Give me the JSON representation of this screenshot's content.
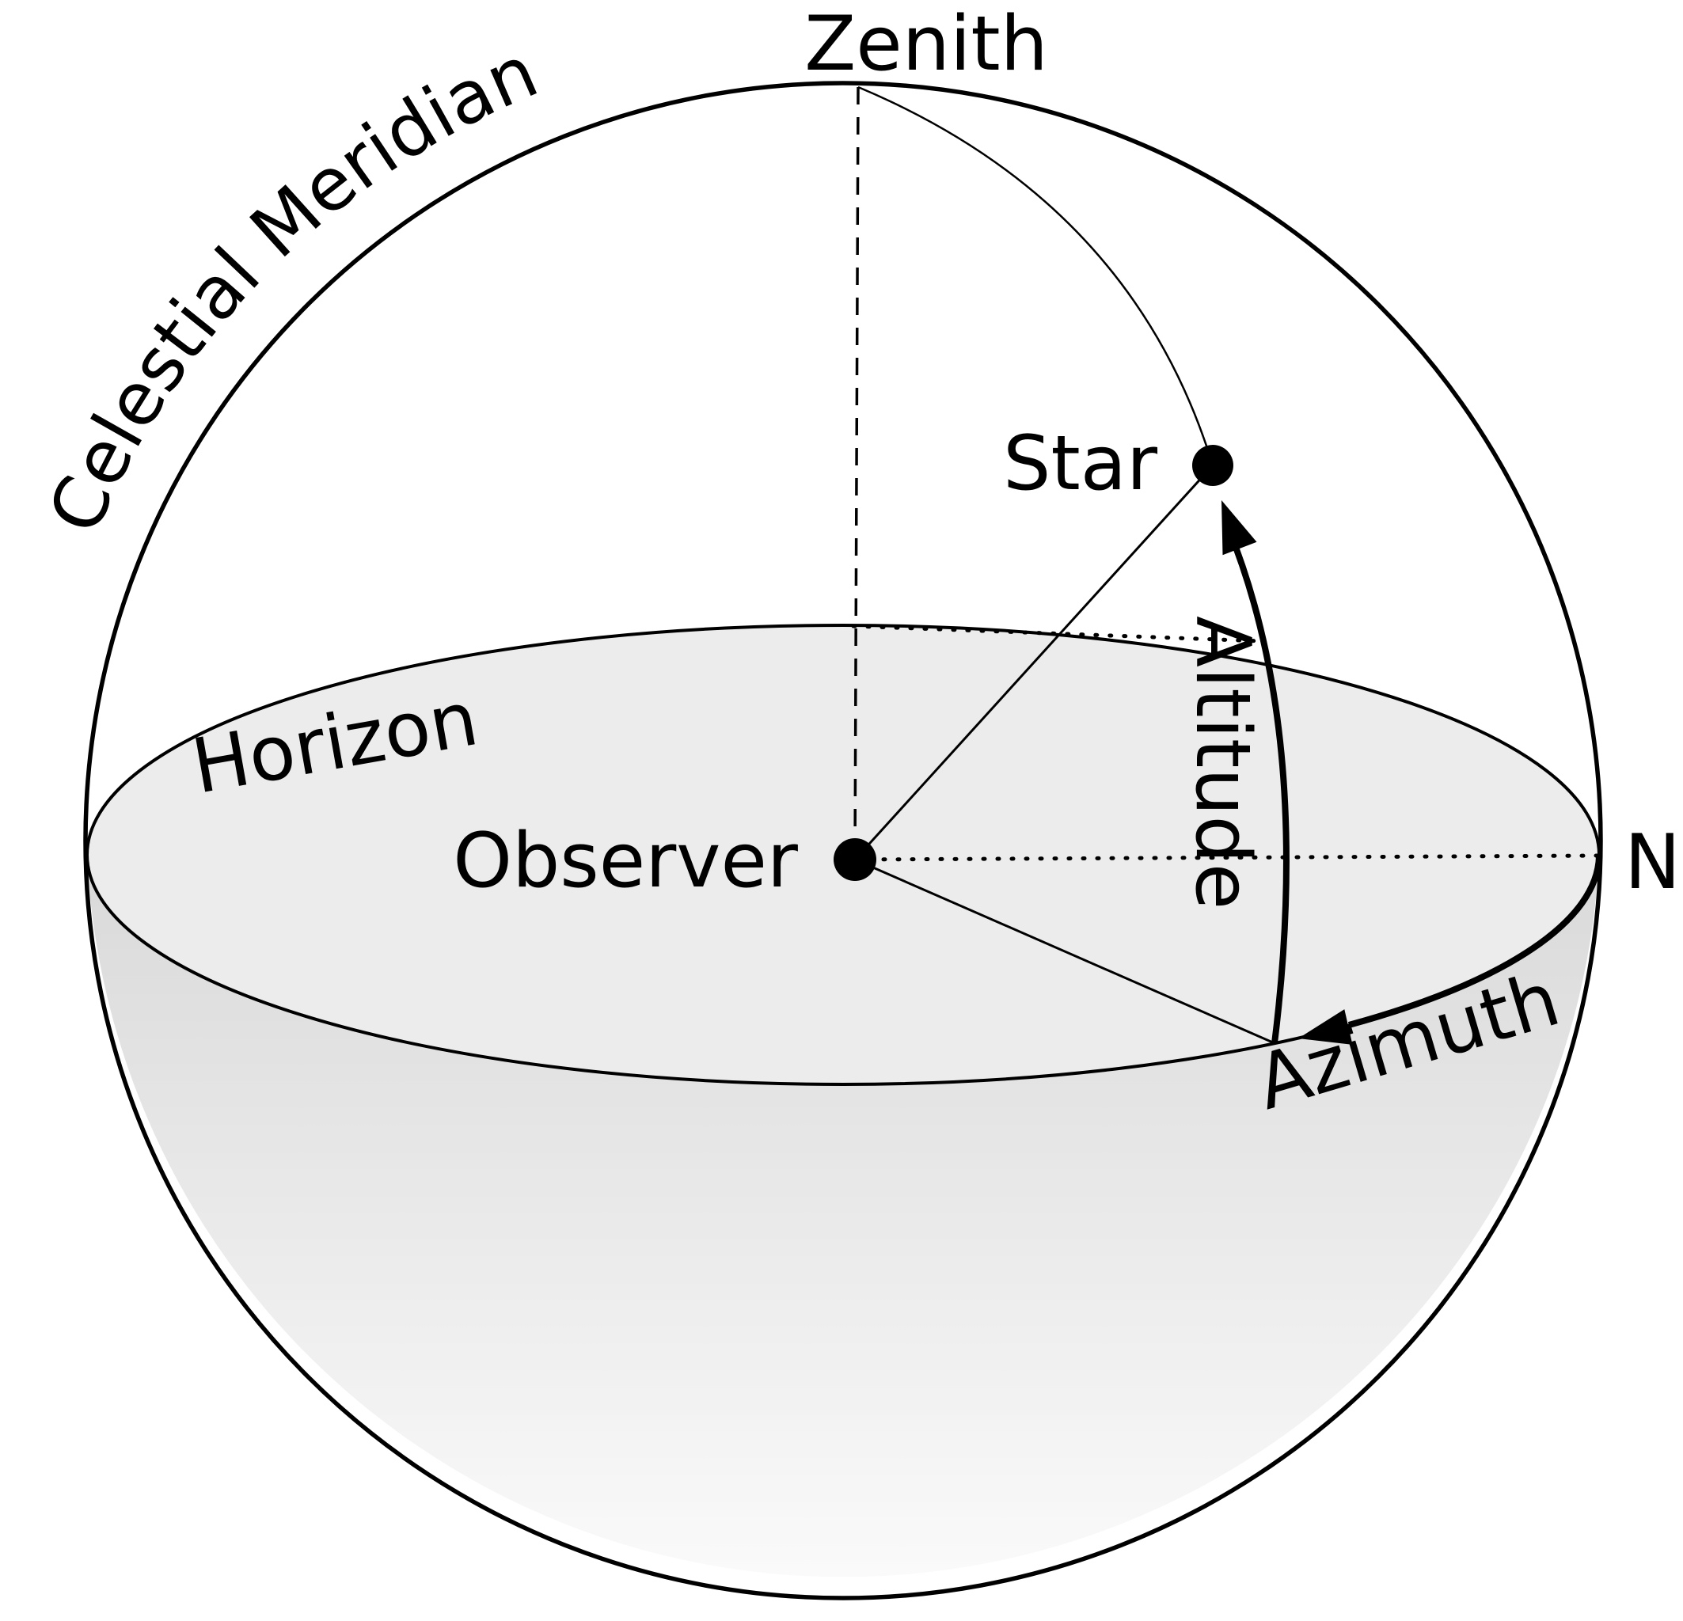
{
  "figure": {
    "background": "#ffffff",
    "stroke_color": "#000000",
    "horizon_fill": "#ececec",
    "hemisphere_gradient_top": "#d9d9d9",
    "hemisphere_gradient_bottom": "#fbfbfb",
    "labels": {
      "zenith": "Zenith",
      "celestial_meridian": "Celestial Meridian",
      "star": "Star",
      "observer": "Observer",
      "horizon": "Horizon",
      "altitude": "Altitude",
      "azimuth": "Azimuth",
      "north": "N"
    }
  }
}
